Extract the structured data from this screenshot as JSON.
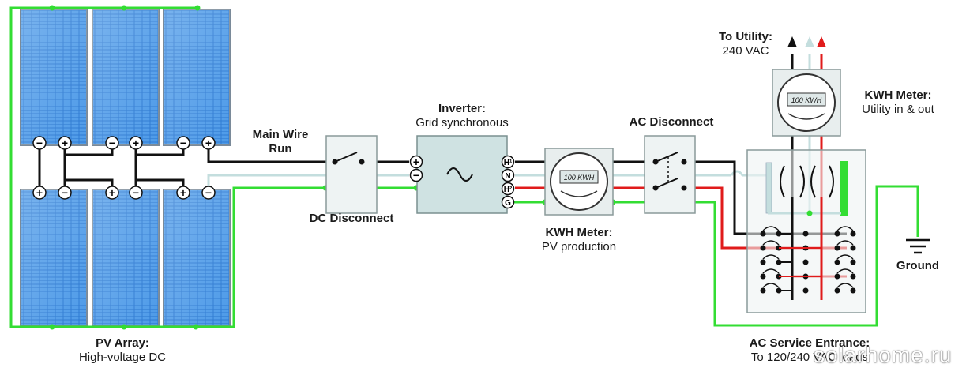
{
  "labels": {
    "pv_array_title": "PV Array:",
    "pv_array_sub": "High-voltage DC",
    "main_wire_1": "Main Wire",
    "main_wire_2": "Run",
    "dc_disconnect": "DC Disconnect",
    "inverter_title": "Inverter:",
    "inverter_sub": "Grid synchronous",
    "kwh_pv_title": "KWH Meter:",
    "kwh_pv_sub": "PV production",
    "ac_disconnect": "AC Disconnect",
    "to_utility_title": "To Utility:",
    "to_utility_sub": "240 VAC",
    "kwh_util_title": "KWH Meter:",
    "kwh_util_sub": "Utility in & out",
    "ground": "Ground",
    "service_title": "AC Service Entrance:",
    "service_sub": "To 120/240 VAC loads"
  },
  "meter_reading": "100 KWH",
  "inverter_terminals": [
    "H¹",
    "N",
    "H²",
    "G"
  ],
  "dc_terminals": [
    "+",
    "−"
  ],
  "polarity": {
    "plus": "+",
    "minus": "−"
  },
  "watermark": "solarhome.ru",
  "colors": {
    "ground_wire": "#33dd33",
    "hot_wire_black": "#111111",
    "hot_wire_red": "#e01b1b",
    "neutral_wire": "#c4dede",
    "panel_blue": "#2f7fd6",
    "box_fill": "#eef3f3"
  }
}
